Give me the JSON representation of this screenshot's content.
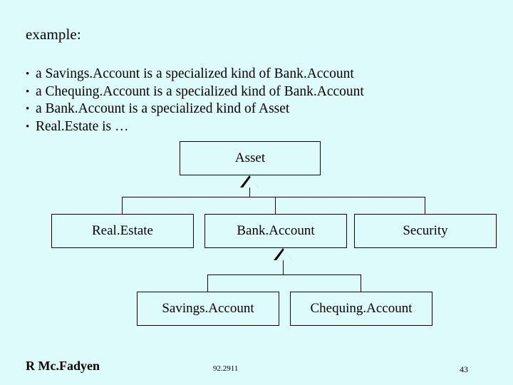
{
  "slide": {
    "title": "example:",
    "bullets": [
      "a Savings.Account is a specialized kind of Bank.Account",
      "a Chequing.Account is a specialized kind of Bank.Account",
      "a Bank.Account is a specialized kind of Asset",
      "Real.Estate is  …"
    ],
    "bullet_marker": "•",
    "diagram": {
      "boxes": {
        "asset": "Asset",
        "real_estate": "Real.Estate",
        "bank_account": "Bank.Account",
        "security": "Security",
        "savings_account": "Savings.Account",
        "chequing_account": "Chequing.Account"
      }
    },
    "footer": {
      "author": "R Mc.Fadyen",
      "course": "92.2911",
      "page_number": "43"
    },
    "colors": {
      "background": "#ddfbfb",
      "text": "#000000",
      "box_border": "#000000"
    }
  }
}
